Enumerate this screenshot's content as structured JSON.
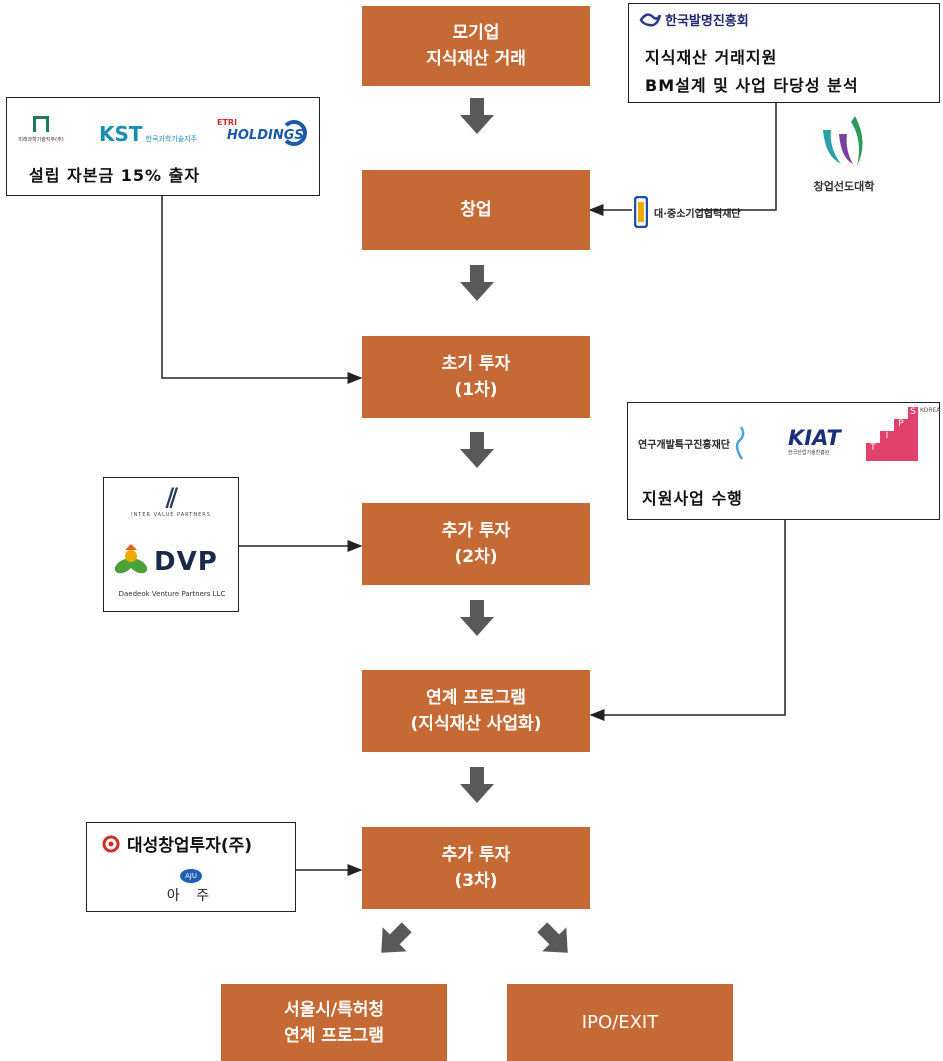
{
  "steps": {
    "s1": [
      "모기업",
      "지식재산 거래"
    ],
    "s2": [
      "창업"
    ],
    "s3": [
      "초기 투자",
      "(1차)"
    ],
    "s4": [
      "추가 투자",
      "(2차)"
    ],
    "s5": [
      "연계 프로그램",
      "(지식재산 사업화)"
    ],
    "s6": [
      "추가 투자",
      "(3차)"
    ],
    "s7": [
      "서울시/특허청",
      "연계 프로그램"
    ],
    "s8": [
      "IPO/EXIT"
    ]
  },
  "kipa": {
    "logo_text": "한국발명진흥회",
    "line1": "지식재산 거래지원",
    "line2": "BM설계 및 사업 타당성 분석"
  },
  "founders": {
    "logo1_text": "미래과학기술지주(주)",
    "logo2_text": "KST",
    "logo2_sub": "한국과학기술지주",
    "logo3_text": "ETRI",
    "logo3_sub": "HOLDINGS",
    "caption": "설립 자본금 15% 출자"
  },
  "univ": {
    "label": "창업선도대학"
  },
  "foundation": {
    "label": "대·중소기업협력재단"
  },
  "support": {
    "logo1_text": "연구개발특구진흥재단",
    "logo2_text": "KIAT",
    "logo2_sub": "한국산업기술진흥원",
    "logo3_text": "KOREA",
    "logo3_letters": [
      "S",
      "I",
      "P",
      "T"
    ],
    "caption": "지원사업 수행"
  },
  "vc1": {
    "logo1_text": "INTER VALUE PARTNERS",
    "logo2_text": "DVP",
    "logo2_sub": "Daedeok Venture Partners LLC"
  },
  "vc2": {
    "logo1_text": "대성창업투자(주)",
    "logo2_text": "아 주",
    "logo2_badge": "AJU"
  },
  "colors": {
    "step_fill": "#c66a35",
    "arrow_fill": "#595959",
    "line": "#222222"
  }
}
